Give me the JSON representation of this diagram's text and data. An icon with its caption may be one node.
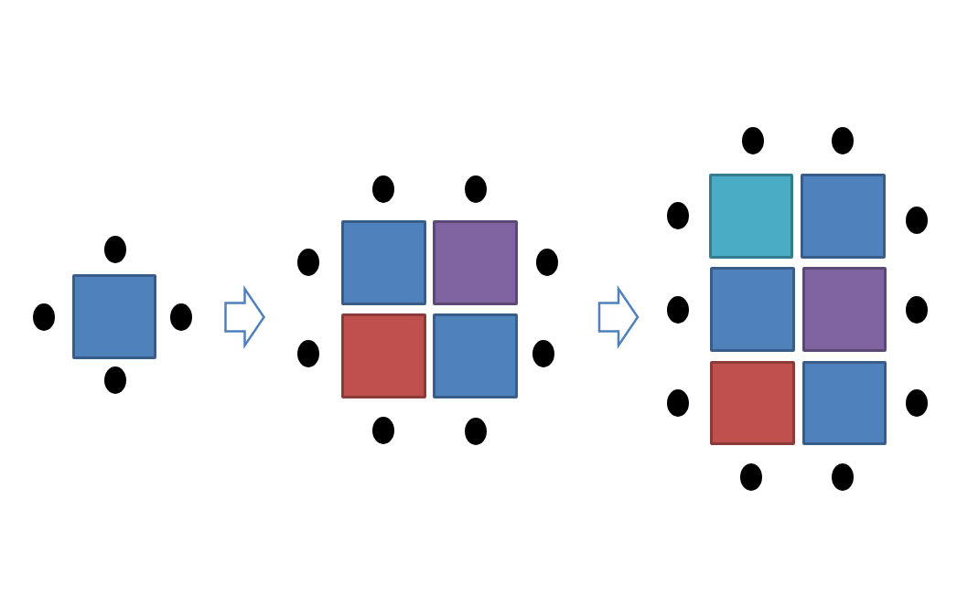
{
  "diagram": {
    "nodes": [
      {
        "text": [],
        "shape": "circle"
      },
      {
        "text": [],
        "shape": "circle"
      },
      {
        "text": [],
        "shape": "box"
      },
      {
        "text": [],
        "shape": "circle"
      },
      {
        "text": [],
        "shape": "circle"
      },
      {
        "text": [],
        "shape": "circle"
      },
      {
        "text": [],
        "shape": "circle"
      },
      {
        "text": [],
        "shape": "circle"
      },
      {
        "text": [],
        "shape": "box"
      },
      {
        "text": [],
        "shape": "box"
      },
      {
        "text": [],
        "shape": "circle"
      },
      {
        "text": [],
        "shape": "circle"
      },
      {
        "text": [],
        "shape": "box"
      },
      {
        "text": [],
        "shape": "box"
      },
      {
        "text": [],
        "shape": "circle"
      },
      {
        "text": [],
        "shape": "circle"
      },
      {
        "text": [],
        "shape": "circle"
      },
      {
        "text": [],
        "shape": "circle"
      },
      {
        "text": [],
        "shape": "circle"
      },
      {
        "text": [],
        "shape": "circle"
      },
      {
        "text": [],
        "shape": "box"
      },
      {
        "text": [],
        "shape": "box"
      },
      {
        "text": [],
        "shape": "circle"
      },
      {
        "text": [],
        "shape": "circle"
      },
      {
        "text": [],
        "shape": "box"
      },
      {
        "text": [],
        "shape": "box"
      },
      {
        "text": [],
        "shape": "circle"
      },
      {
        "text": [],
        "shape": "circle"
      },
      {
        "text": [],
        "shape": "box"
      },
      {
        "text": [],
        "shape": "box"
      },
      {
        "text": [],
        "shape": "circle"
      },
      {
        "text": [],
        "shape": "circle"
      },
      {
        "text": [],
        "shape": "circle"
      }
    ],
    "edges": [
      {
        "from": 3,
        "to": 11,
        "arrow": "to"
      },
      {
        "from": 14,
        "to": 23,
        "arrow": "to"
      }
    ]
  }
}
